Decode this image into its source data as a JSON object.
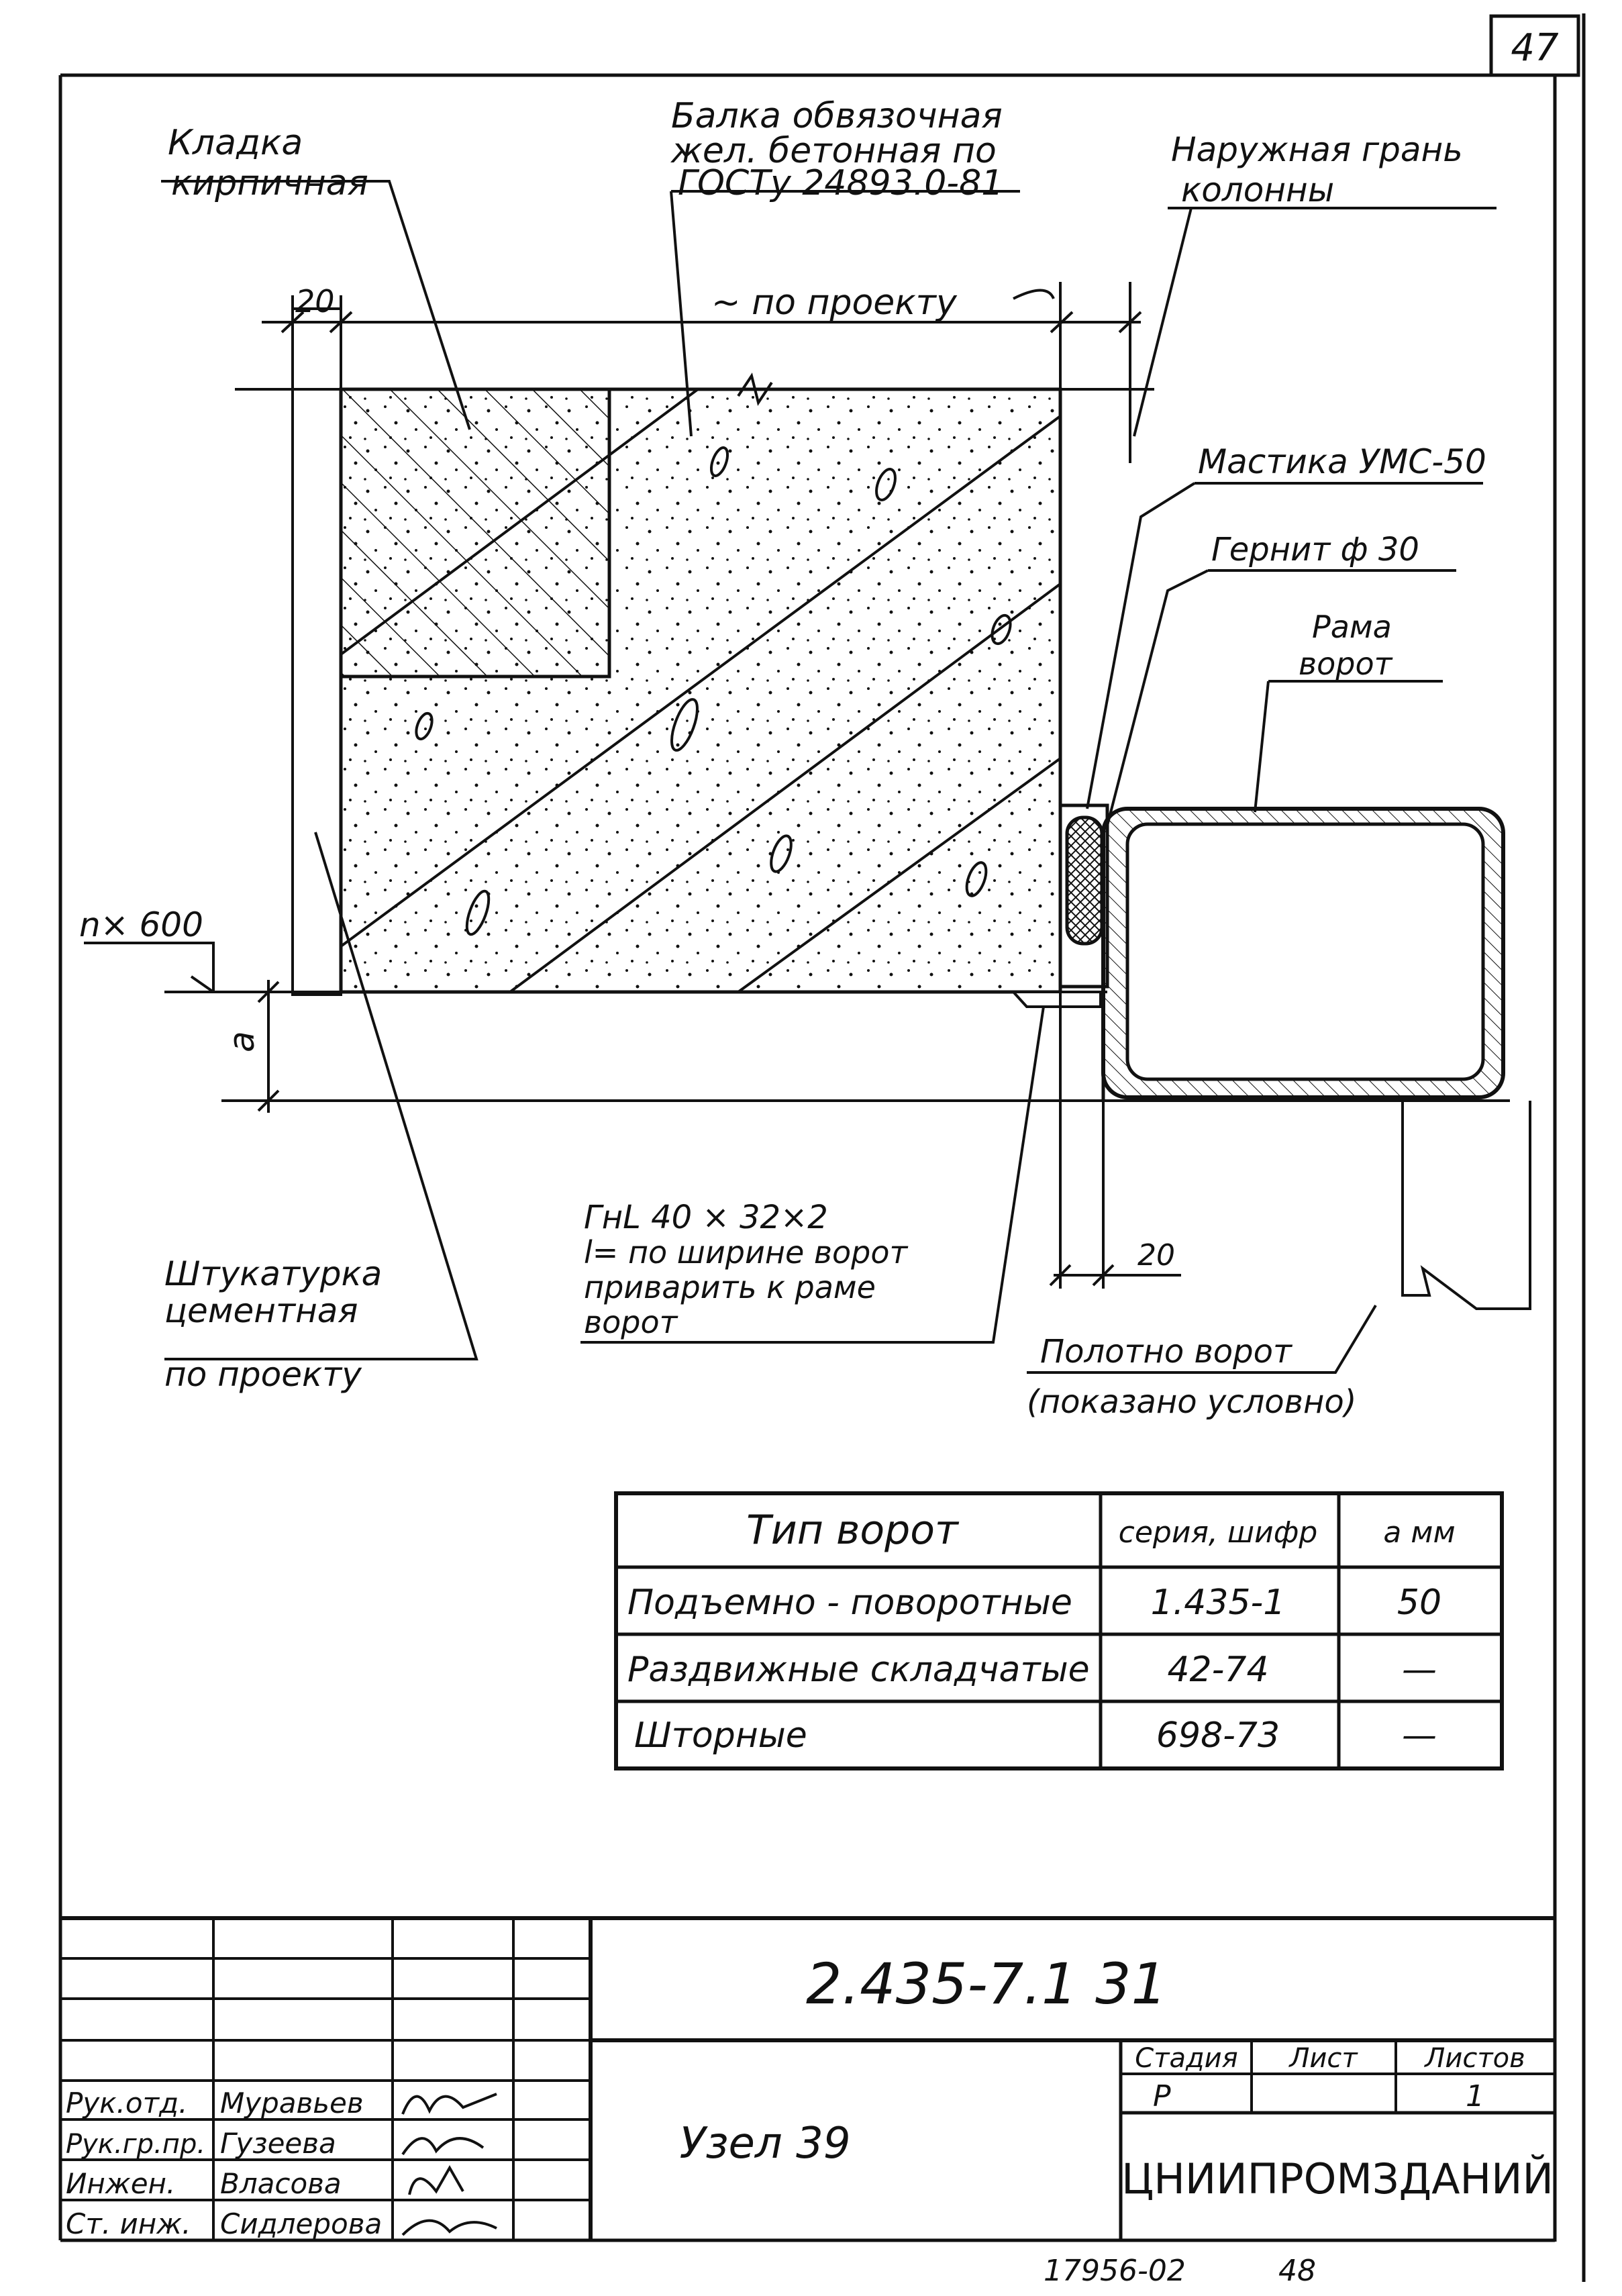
{
  "sheet_corner_number": "47",
  "callouts": {
    "masonry": [
      "Кладка",
      "кирпичная"
    ],
    "beam": [
      "Балка обвязочная",
      "жел. бетонная по",
      "ГОСТу 24893.0-81"
    ],
    "outer_face": [
      "Наружная грань",
      "колонны"
    ],
    "mastic": "Мастика УМС-50",
    "gernit": "Гернит ф 30",
    "gate_frame": [
      "Рама",
      "ворот"
    ],
    "plaster": [
      "Штукатурка",
      "цементная",
      "по проекту"
    ],
    "angle": [
      "ГнL 40 × 32×2",
      "l= по ширине ворот",
      "приварить к раме",
      "ворот"
    ],
    "gate_leaf": [
      "Полотно ворот",
      "(показано условно)"
    ]
  },
  "dimensions": {
    "top_width": "20",
    "span": "~ по проекту",
    "level": "n× 600",
    "a_label": "a",
    "gap": "20"
  },
  "gate_table": {
    "headers": [
      "Тип ворот",
      "серия, шифр",
      "a мм"
    ],
    "rows": [
      [
        "Подъемно - поворотные",
        "1.435-1",
        "50"
      ],
      [
        "Раздвижные складчатые",
        "42-74",
        "—"
      ],
      [
        "Шторные",
        "698-73",
        "—"
      ]
    ]
  },
  "title_block": {
    "designation": "2.435-7.1 31",
    "sheet_title": "Узел 39",
    "stage_header": "Стадия",
    "sheet_header": "Лист",
    "sheets_header": "Листов",
    "stage": "Р",
    "sheet": "",
    "sheets": "1",
    "organization": "ЦНИИПРОМЗДАНИЙ",
    "staff": [
      {
        "role": "Рук.отд.",
        "name": "Муравьев"
      },
      {
        "role": "Рук.гр.пр.",
        "name": "Гузеева"
      },
      {
        "role": "Инжен.",
        "name": "Власова"
      },
      {
        "role": "Ст. инж.",
        "name": "Сидлерова"
      }
    ]
  },
  "footer_code": "17956-02",
  "footer_page": "48"
}
